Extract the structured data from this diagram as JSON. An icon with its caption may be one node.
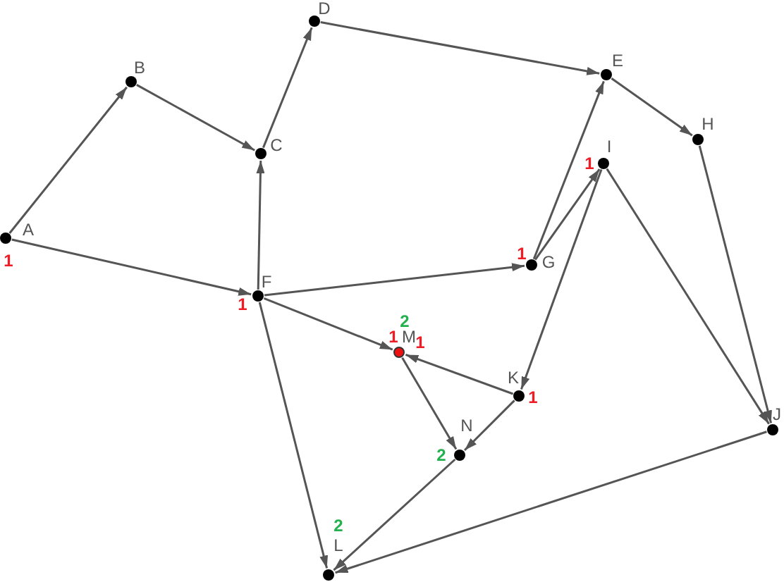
{
  "diagram": {
    "nodes": [
      {
        "text": [],
        "shape": "circle",
        "beside": [
          "A",
          "1"
        ]
      },
      {
        "text": [],
        "shape": "circle",
        "beside": [
          "B"
        ]
      },
      {
        "text": [],
        "shape": "circle",
        "beside": [
          "C"
        ]
      },
      {
        "text": [],
        "shape": "circle",
        "beside": [
          "D"
        ]
      },
      {
        "text": [],
        "shape": "circle",
        "beside": [
          "E"
        ]
      },
      {
        "text": [],
        "shape": "circle",
        "beside": [
          "F",
          "1"
        ]
      },
      {
        "text": [],
        "shape": "circle",
        "beside": [
          "G",
          "1"
        ]
      },
      {
        "text": [],
        "shape": "circle",
        "beside": [
          "H"
        ]
      },
      {
        "text": [],
        "shape": "circle",
        "beside": [
          "I",
          "1"
        ]
      },
      {
        "text": [],
        "shape": "circle",
        "beside": [
          "J"
        ]
      },
      {
        "text": [],
        "shape": "circle",
        "beside": [
          "K",
          "1"
        ]
      },
      {
        "text": [],
        "shape": "circle",
        "beside": [
          "L",
          "2"
        ]
      },
      {
        "text": [],
        "shape": "circle",
        "beside": [
          "M",
          "1",
          "1",
          "2"
        ]
      },
      {
        "text": [],
        "shape": "circle",
        "beside": [
          "N",
          "2"
        ]
      }
    ],
    "edges": [
      {
        "from": 0,
        "to": 1,
        "arrow": "to"
      },
      {
        "from": 1,
        "to": 2,
        "arrow": "to"
      },
      {
        "from": 2,
        "to": 3,
        "arrow": "to"
      },
      {
        "from": 3,
        "to": 4,
        "arrow": "to"
      },
      {
        "from": 4,
        "to": 7,
        "arrow": "to"
      },
      {
        "from": 0,
        "to": 5,
        "arrow": "to"
      },
      {
        "from": 5,
        "to": 2,
        "arrow": "to"
      },
      {
        "from": 5,
        "to": 6,
        "arrow": "to"
      },
      {
        "from": 5,
        "to": 12,
        "arrow": "to"
      },
      {
        "from": 5,
        "to": 11,
        "arrow": "to"
      },
      {
        "from": 6,
        "to": 4,
        "arrow": "to"
      },
      {
        "from": 6,
        "to": 8,
        "arrow": "to"
      },
      {
        "from": 8,
        "to": 10,
        "arrow": "to"
      },
      {
        "from": 8,
        "to": 9,
        "arrow": "to"
      },
      {
        "from": 7,
        "to": 9,
        "arrow": "to"
      },
      {
        "from": 10,
        "to": 12,
        "arrow": "to"
      },
      {
        "from": 12,
        "to": 13,
        "arrow": "to"
      },
      {
        "from": 10,
        "to": 13,
        "arrow": "to"
      },
      {
        "from": 13,
        "to": 11,
        "arrow": "to"
      },
      {
        "from": 9,
        "to": 11,
        "arrow": "to"
      }
    ]
  }
}
